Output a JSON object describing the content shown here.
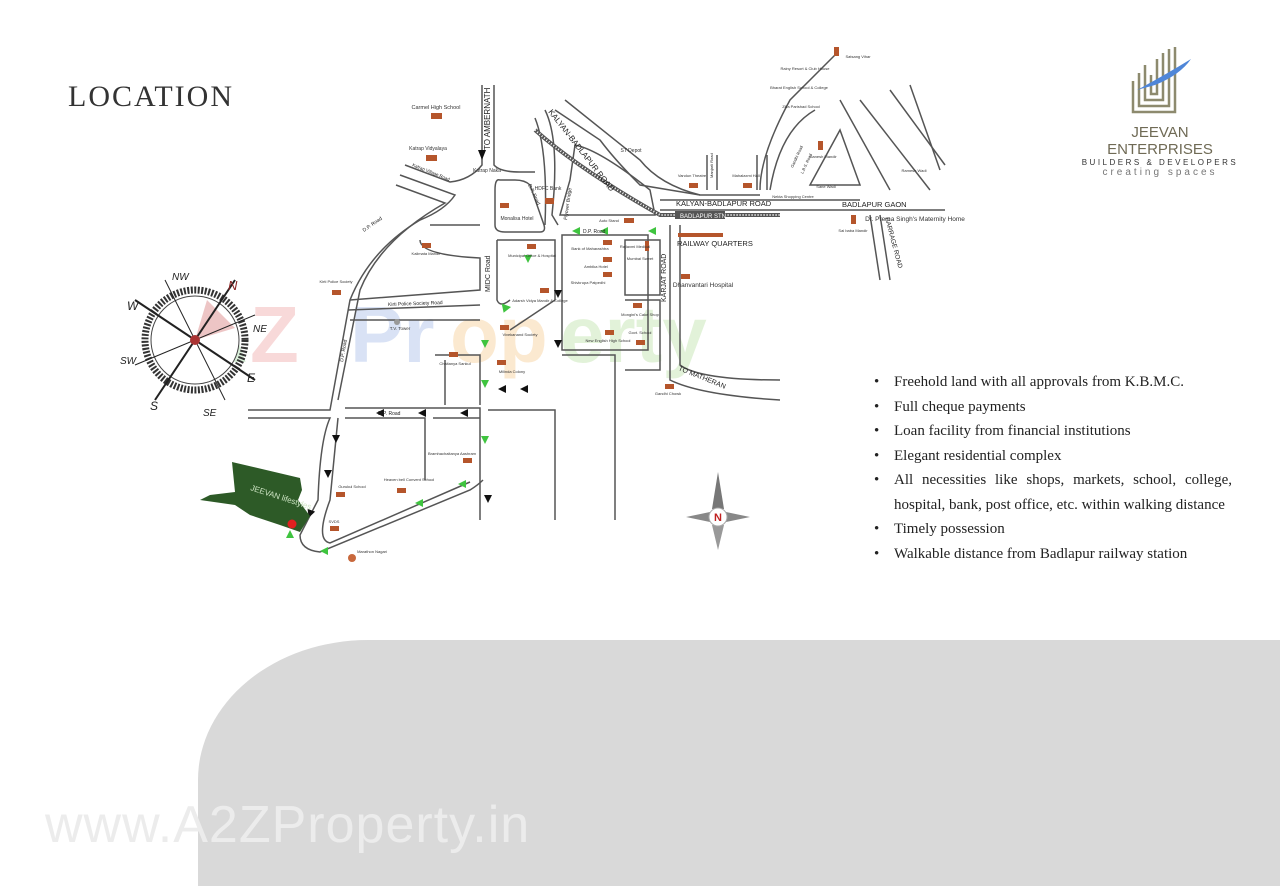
{
  "title": "LOCATION",
  "logo": {
    "name": "JEEVAN ENTERPRISES",
    "subtitle": "BUILDERS & DEVELOPERS",
    "tagline": "creating spaces"
  },
  "features": [
    "Freehold land with all approvals from K.B.M.C.",
    "Full cheque payments",
    "Loan facility from financial institutions",
    "Elegant residential complex",
    "All necessities like shops, markets, school, college, hospital, bank, post office, etc. within walking distance",
    "Timely possession",
    "Walkable distance from Badlapur railway station"
  ],
  "watermark": "www.A2ZProperty.in",
  "compass": {
    "n": "N",
    "ne": "NE",
    "e": "E",
    "se": "SE",
    "s": "S",
    "sw": "SW",
    "w": "W",
    "nw": "NW"
  },
  "north_marker": "N",
  "project_logo": "JEEVAN lifestyles",
  "colors": {
    "road": "#555555",
    "landmark": "#b5552b",
    "arrow_green": "#3fc43f",
    "project": "#2d5a27",
    "project_pin": "#e02020",
    "gray_band": "#d9d9d9"
  },
  "map": {
    "roads": {
      "to_ambernath": "TO AMBERNATH",
      "kalyan_badlapur_diag": "KALYAN-BADLAPUR ROAD",
      "kalyan_badlapur": "KALYAN-BADLAPUR ROAD",
      "badlapur_gaon": "BADLAPUR GAON",
      "barrage_road": "BARRAGE ROAD",
      "karjat_road": "KARJAT ROAD",
      "midc_road": "MIDC Road",
      "to_matheran": "TO MATHERAN",
      "dp_road_1": "D.P. Road",
      "dp_road_2": "D.P. Road",
      "dp_road_3": "D.P. Road",
      "dp_road_4": "D.P. Road",
      "dp_road_5": "D.P. Road",
      "katrap_village_road": "Katrap Village Road",
      "kirti_police_society_road": "Kirti Police Society Road",
      "flyover_bridge": "Flyover Bridge",
      "manjarli_road": "Manjarli Road",
      "l_b_s_road": "L.B.S. Road",
      "gandhi_road": "Gandhi Road",
      "badlapur_stn": "BADLAPUR STN.",
      "railway_quarters": "RAILWAY QUARTERS"
    },
    "landmarks": [
      "Carmel High School",
      "Katrap Vidyalaya",
      "Katrap Naka",
      "HDFC Bank",
      "Monalisa Hotel",
      "ST Depot",
      "Auto Stand",
      "Vandun Theatre",
      "Mahalaxmi Hall",
      "Satsang Vihar",
      "Rainy Resort & Club House",
      "Bharat English School & College",
      "Zilla Parishad School",
      "Ganesh Mandir",
      "Sane Wadi",
      "Nekta Shopping Centre",
      "Ramesh Wadi",
      "Dr. Prema Singh's Maternity Home",
      "Sai baba Mandir",
      "Kalimata Mandir",
      "Kirti Police Society",
      "T.V. Tower",
      "Chaitanya Sankul",
      "Municipal Office & Hospital",
      "Bank of Maharashtra",
      "Ambika Hotel",
      "Shivkrupa Patpedhi",
      "Adarsh Vidya Mandir & College",
      "Vivekanand Society",
      "New English High School",
      "Rajlaxmi Medical",
      "Mumbai Sweet",
      "Mongini's Cake Shop",
      "Govt. School",
      "Dhanvantari Hospital",
      "Milinda Colony",
      "Gandhi Chowk",
      "Bramhachaitanya Aashram",
      "Heaven bell Convent School",
      "Gurukul School",
      "SVDS",
      "Marathon Nagari"
    ]
  }
}
